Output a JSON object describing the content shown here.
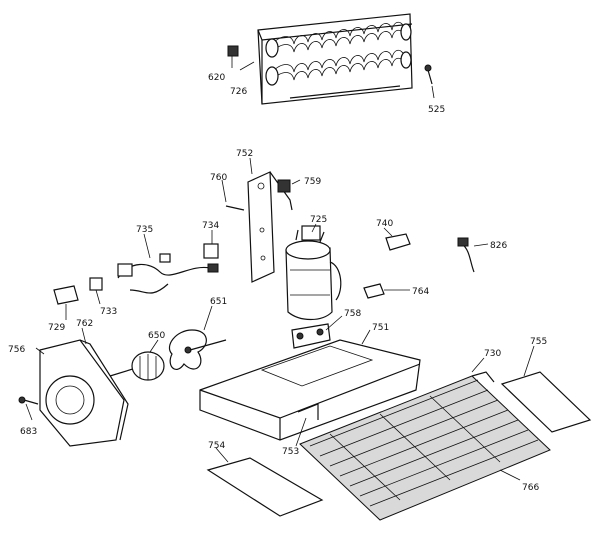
{
  "callouts": {
    "c620": "620",
    "c726": "726",
    "c525": "525",
    "c752": "752",
    "c760": "760",
    "c759": "759",
    "c725": "725",
    "c740": "740",
    "c826": "826",
    "c735": "735",
    "c734": "734",
    "c764": "764",
    "c733": "733",
    "c729": "729",
    "c762": "762",
    "c651": "651",
    "c756": "756",
    "c650": "650",
    "c758": "758",
    "c751": "751",
    "c730": "730",
    "c755": "755",
    "c683": "683",
    "c754": "754",
    "c753": "753",
    "c766": "766"
  }
}
